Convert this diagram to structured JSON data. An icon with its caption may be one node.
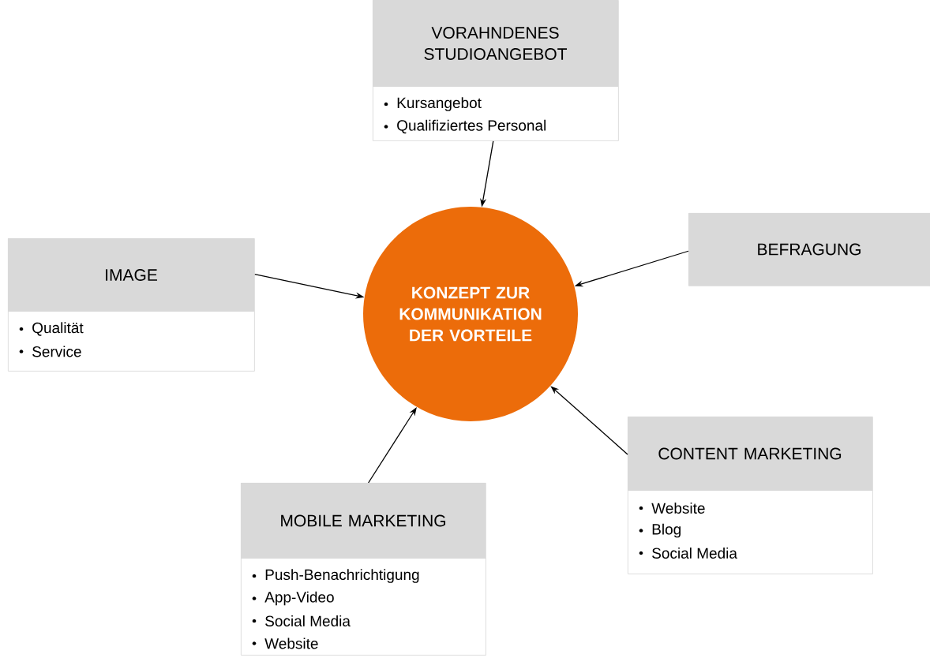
{
  "diagram": {
    "nodes": [
      {
        "text": [
          "VORAHNDENES STUDIOANGEBOT",
          "Kursangebot",
          "Qualifiziertes Personal"
        ]
      },
      {
        "text": [
          "IMAGE",
          "Qualität",
          "Service"
        ]
      },
      {
        "text": [
          "KONZEPT ZUR KOMMUNIKATION DER VORTEILE"
        ]
      },
      {
        "text": [
          "BEFRAGUNG"
        ]
      },
      {
        "text": [
          "MOBILE MARKETING",
          "Push-Benachrichtigung",
          "App-Video",
          "Social Media",
          "Website"
        ]
      },
      {
        "text": [
          "CONTENT MARKETING",
          "Website",
          "Blog",
          "Social Media"
        ]
      }
    ],
    "edges": [
      {
        "from": 0,
        "to": 2,
        "arrow": "to"
      },
      {
        "from": 1,
        "to": 2,
        "arrow": "to"
      },
      {
        "from": 3,
        "to": 2,
        "arrow": "to"
      },
      {
        "from": 4,
        "to": 2,
        "arrow": "to"
      },
      {
        "from": 5,
        "to": 2,
        "arrow": "to"
      }
    ]
  }
}
